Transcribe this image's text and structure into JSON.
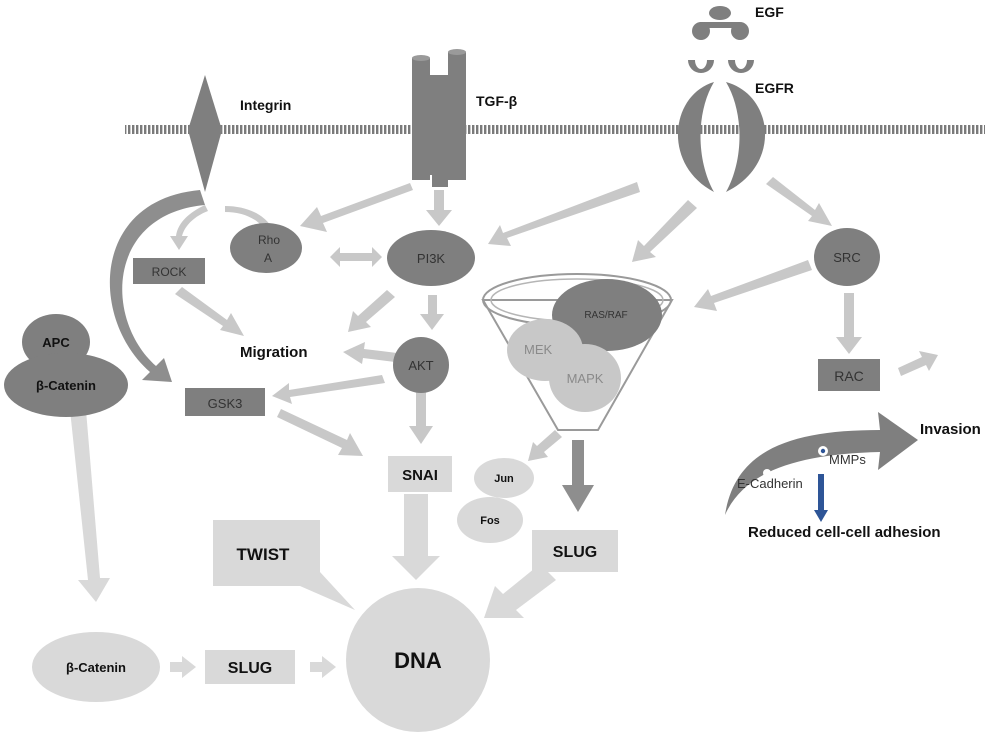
{
  "labels": {
    "egf": "EGF",
    "egfr": "EGFR",
    "integrin": "Integrin",
    "tgfb": "TGF-β",
    "rho_line1": "Rho",
    "rho_line2": "A",
    "rock": "ROCK",
    "pi3k": "PI3K",
    "src": "SRC",
    "ras_raf": "RAS/RAF",
    "mek": "MEK",
    "mapk": "MAPK",
    "apc": "APC",
    "beta_catenin_top": "β-Catenin",
    "migration": "Migration",
    "akt": "AKT",
    "gsk3": "GSK3",
    "rac": "RAC",
    "invasion": "Invasion",
    "mmps": "MMPs",
    "e_cadherin": "E-Cadherin",
    "reduced_adhesion": "Reduced cell-cell adhesion",
    "snai": "SNAI",
    "jun": "Jun",
    "fos": "Fos",
    "twist": "TWIST",
    "slug_right": "SLUG",
    "dna": "DNA",
    "beta_catenin_bottom": "β-Catenin",
    "slug_bottom": "SLUG"
  },
  "colors": {
    "dark_gray": "#7f7f7f",
    "mid_gray": "#8e8e8e",
    "light_gray": "#c8c8c8",
    "lighter_gray": "#d9d9d9",
    "membrane": "#8a8a8a",
    "adhesion_arrow": "#2e5597"
  }
}
